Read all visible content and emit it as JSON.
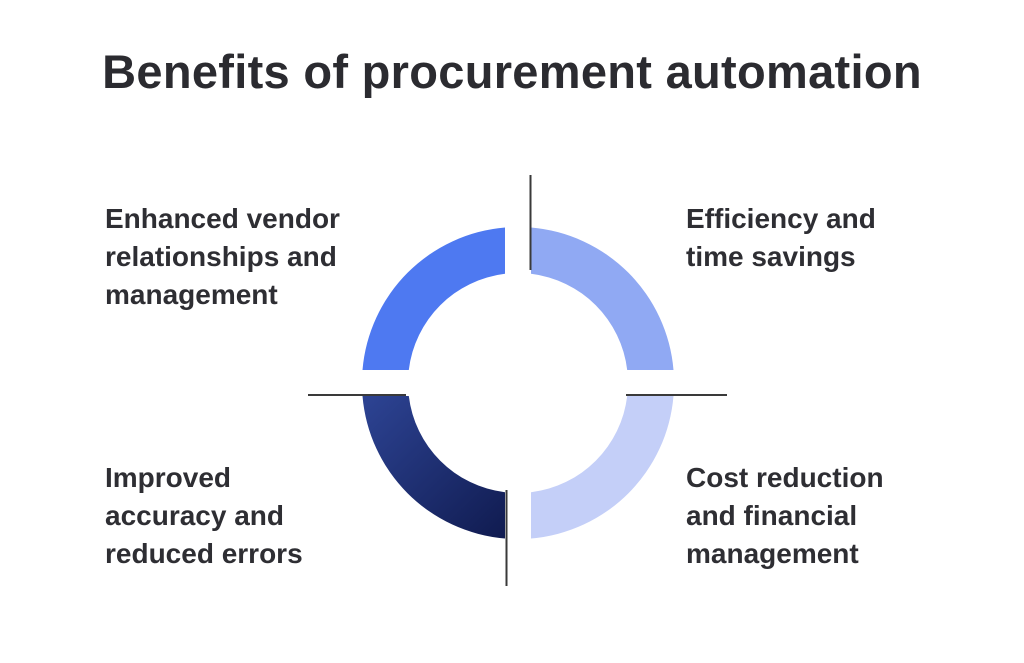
{
  "title": "Benefits of procurement automation",
  "theme": {
    "background": "#ffffff",
    "title_color": "#2b2b30",
    "label_color": "#2e2e33",
    "axis_line_color": "#3a3a3a"
  },
  "diagram": {
    "type": "quadrant-donut",
    "segments": [
      {
        "name": "enhanced-vendor-relationships",
        "quadrant": "top-left",
        "color": "#4e79f1",
        "label_lines": [
          "Enhanced vendor",
          "relationships and",
          "management"
        ]
      },
      {
        "name": "efficiency-time-savings",
        "quadrant": "top-right",
        "color": "#90a9f3",
        "label_lines": [
          "Efficiency and",
          "time savings"
        ]
      },
      {
        "name": "cost-reduction-financial-management",
        "quadrant": "bottom-right",
        "color": "#c4cff8",
        "label_lines": [
          "Cost reduction",
          "and financial",
          "management"
        ]
      },
      {
        "name": "improved-accuracy-reduced-errors",
        "quadrant": "bottom-left",
        "gradient_start": "#2c4291",
        "gradient_end": "#101b50",
        "label_lines": [
          "Improved",
          "accuracy and",
          "reduced errors"
        ]
      }
    ]
  }
}
